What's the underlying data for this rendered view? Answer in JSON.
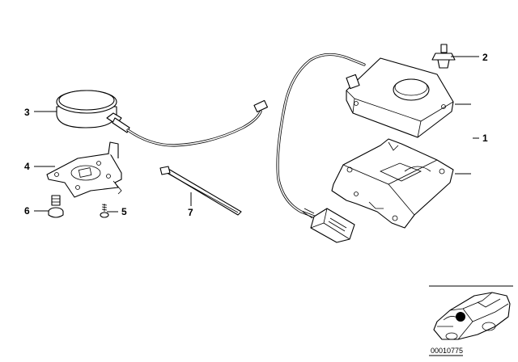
{
  "callouts": [
    {
      "id": "1",
      "label": "1"
    },
    {
      "id": "2",
      "label": "2"
    },
    {
      "id": "3",
      "label": "3"
    },
    {
      "id": "4",
      "label": "4"
    },
    {
      "id": "5",
      "label": "5"
    },
    {
      "id": "6",
      "label": "6"
    },
    {
      "id": "7",
      "label": "7"
    }
  ],
  "diagram_code": "00010775",
  "colors": {
    "line": "#000000",
    "background": "#ffffff",
    "marker": "#000000"
  }
}
